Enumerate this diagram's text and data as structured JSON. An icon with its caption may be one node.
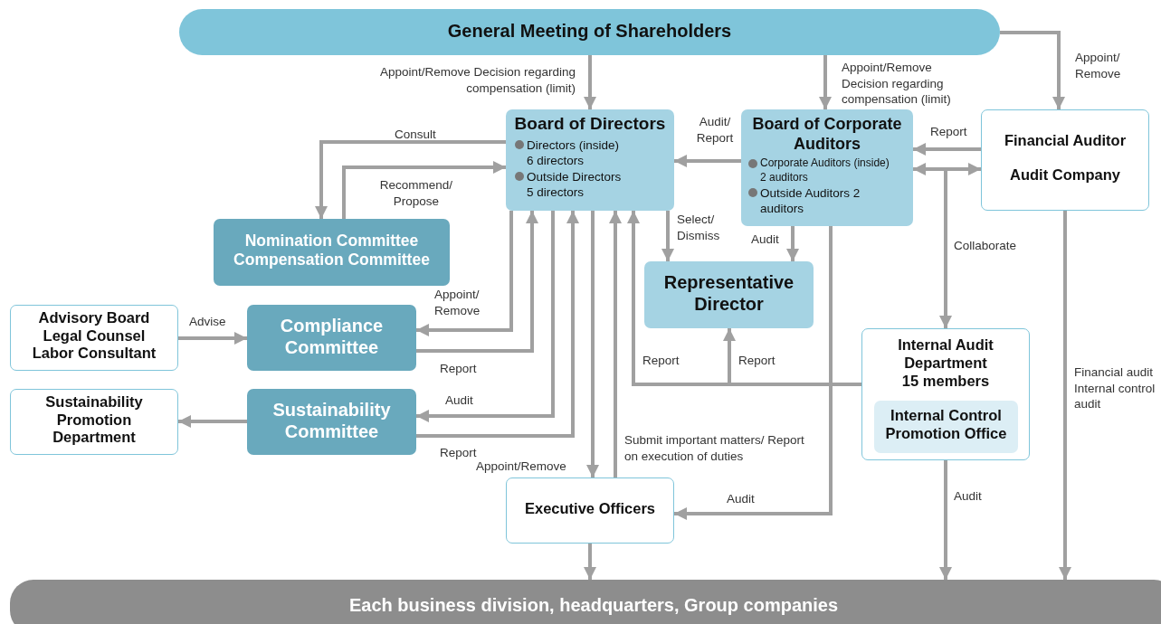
{
  "diagram": {
    "nodes": [
      {
        "text": [
          "General Meeting of Shareholders"
        ]
      },
      {
        "text": [
          "Board of Directors",
          "Directors (inside) 6 directors",
          "Outside Directors 5 directors"
        ]
      },
      {
        "text": [
          "Board of Corporate Auditors",
          "Corporate Auditors (inside) 2 auditors",
          "Outside Auditors 2 auditors"
        ]
      },
      {
        "text": [
          "Financial Auditor",
          "Audit Company"
        ]
      },
      {
        "text": [
          "Nomination Committee",
          "Compensation Committee"
        ]
      },
      {
        "text": [
          "Representative Director"
        ]
      },
      {
        "text": [
          "Advisory Board",
          "Legal Counsel",
          "Labor Consultant"
        ]
      },
      {
        "text": [
          "Compliance Committee"
        ]
      },
      {
        "text": [
          "Sustainability Promotion Department"
        ]
      },
      {
        "text": [
          "Sustainability Committee"
        ]
      },
      {
        "text": [
          "Internal Audit Department",
          "15 members"
        ]
      },
      {
        "text": [
          "Internal Control Promotion Office"
        ],
        "in": 10
      },
      {
        "text": [
          "Executive Officers"
        ]
      },
      {
        "text": [
          "Each business division, headquarters, Group companies"
        ]
      }
    ],
    "edges": [
      {
        "from": 0,
        "to": 1,
        "arrow": "to",
        "label": "Appoint/Remove Decision regarding compensation (limit)"
      },
      {
        "from": 0,
        "to": 2,
        "arrow": "to",
        "label": "Appoint/Remove Decision regarding compensation (limit)"
      },
      {
        "from": 0,
        "to": 3,
        "arrow": "to",
        "label": "Appoint/ Remove"
      },
      {
        "from": 2,
        "to": 1,
        "arrow": "to",
        "label": "Audit/ Report"
      },
      {
        "from": 3,
        "to": 2,
        "arrow": "to",
        "label": "Report"
      },
      {
        "from": 2,
        "to": 3,
        "arrow": "both"
      },
      {
        "from": 2,
        "to": 10,
        "arrow": "to",
        "label": "Collaborate"
      },
      {
        "from": 1,
        "to": 4,
        "arrow": "to",
        "label": "Consult"
      },
      {
        "from": 4,
        "to": 1,
        "arrow": "to",
        "label": "Recommend/ Propose"
      },
      {
        "from": 1,
        "to": 7,
        "arrow": "to",
        "label": "Appoint/ Remove"
      },
      {
        "from": 7,
        "to": 1,
        "arrow": "to",
        "label": "Report"
      },
      {
        "from": 1,
        "to": 9,
        "arrow": "to",
        "label": "Audit"
      },
      {
        "from": 9,
        "to": 1,
        "arrow": "to",
        "label": "Report"
      },
      {
        "from": 1,
        "to": 12,
        "arrow": "to",
        "label": "Appoint/Remove"
      },
      {
        "from": 12,
        "to": 1,
        "arrow": "to",
        "label": "Submit important matters/ Report on execution of duties"
      },
      {
        "from": 1,
        "to": 5,
        "arrow": "to",
        "label": "Select/ Dismiss"
      },
      {
        "from": 2,
        "to": 5,
        "arrow": "to",
        "label": "Audit"
      },
      {
        "from": 2,
        "to": 12,
        "arrow": "to",
        "label": "Audit"
      },
      {
        "from": 10,
        "to": 1,
        "arrow": "to",
        "label": "Report"
      },
      {
        "from": 10,
        "to": 5,
        "arrow": "to",
        "label": "Report"
      },
      {
        "from": 6,
        "to": 7,
        "arrow": "to",
        "label": "Advise"
      },
      {
        "from": 9,
        "to": 8,
        "arrow": "to"
      },
      {
        "from": 12,
        "to": 13,
        "arrow": "to"
      },
      {
        "from": 10,
        "to": 13,
        "arrow": "to",
        "label": "Audit"
      },
      {
        "from": 3,
        "to": 13,
        "arrow": "to",
        "label": "Financial audit Internal control audit"
      }
    ]
  }
}
